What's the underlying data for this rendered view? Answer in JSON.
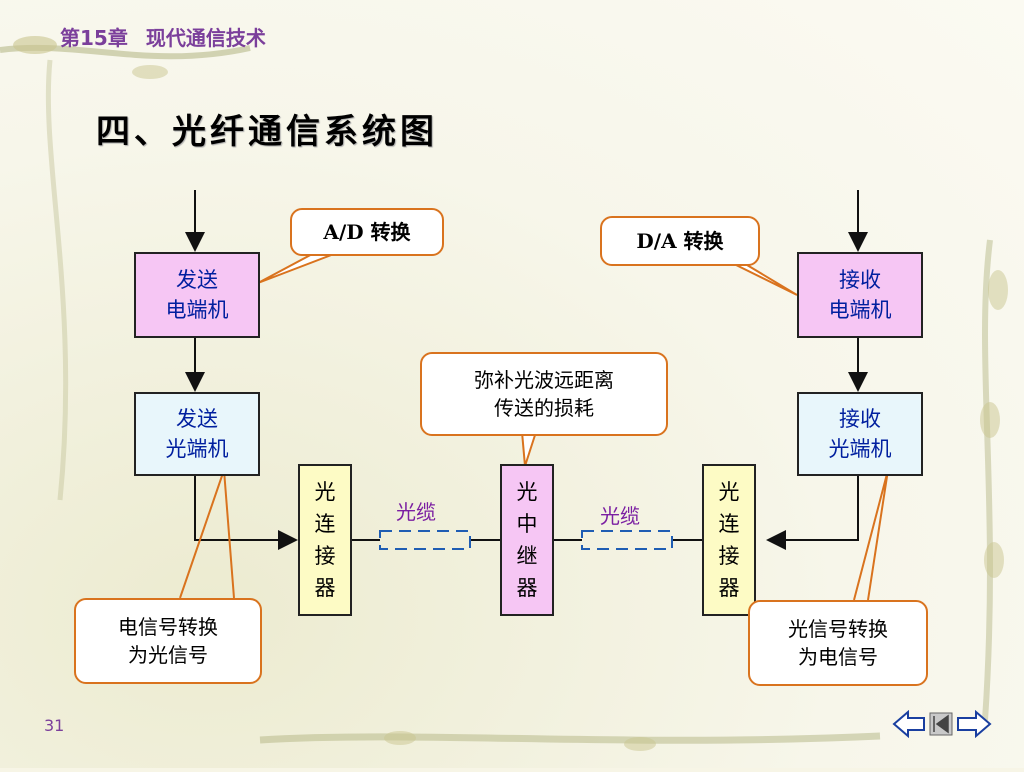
{
  "header": {
    "chapter": "第15章",
    "title": "现代通信技术"
  },
  "slide_title": "四、光纤通信系统图",
  "boxes": {
    "send_elec": [
      "发送",
      "电端机"
    ],
    "send_opt": [
      "发送",
      "光端机"
    ],
    "recv_elec": [
      "接收",
      "电端机"
    ],
    "recv_opt": [
      "接收",
      "光端机"
    ],
    "connector_left": [
      "光",
      "连",
      "接",
      "器"
    ],
    "repeater": [
      "光",
      "中",
      "继",
      "器"
    ],
    "connector_right": [
      "光",
      "连",
      "接",
      "器"
    ]
  },
  "callouts": {
    "ad": "A/D 转换",
    "da": "D/A 转换",
    "repeater_note": [
      "弥补光波远距离",
      "传送的损耗"
    ],
    "e2o": [
      "电信号转换",
      "为光信号"
    ],
    "o2e": [
      "光信号转换",
      "为电信号"
    ]
  },
  "cable_labels": {
    "left": "光缆",
    "right": "光缆"
  },
  "page_number": "31"
}
